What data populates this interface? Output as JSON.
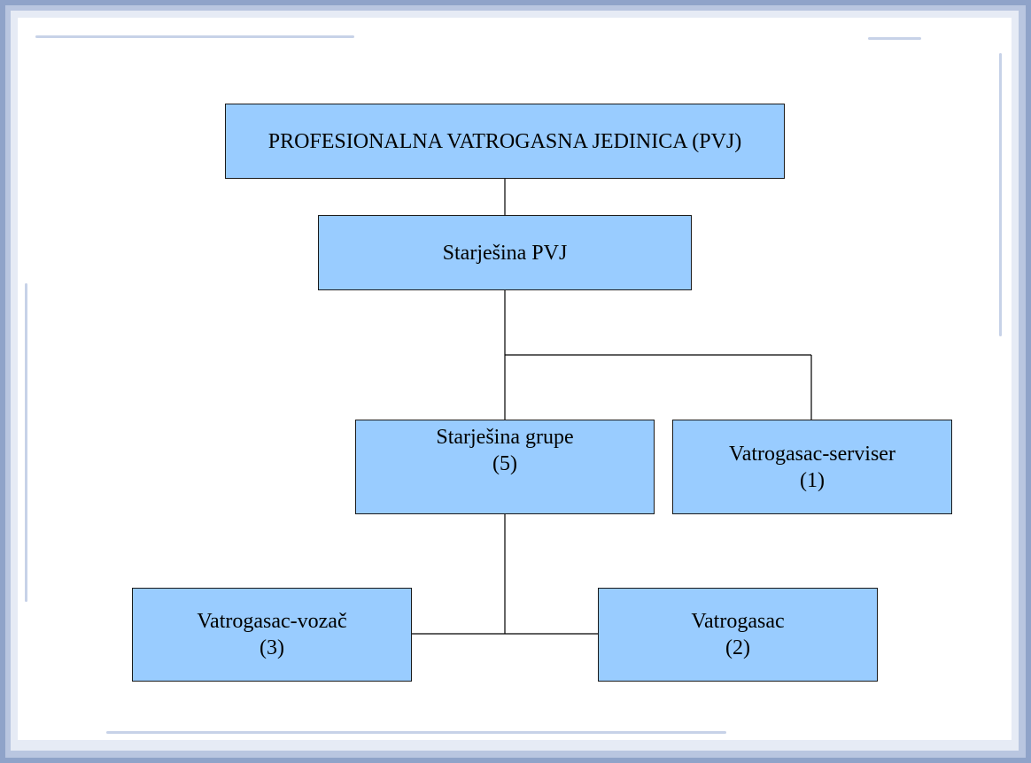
{
  "colors": {
    "node_fill": "#99ccff",
    "node_border": "#1a1a1a",
    "connector": "#000000",
    "frame": "#8fa3c9"
  },
  "nodes": {
    "pvj": {
      "title": "PROFESIONALNA VATROGASNA JEDINICA (PVJ)"
    },
    "starjesina_pvj": {
      "title": "Starješina PVJ"
    },
    "starjesina_grupe": {
      "title": "Starješina grupe",
      "count": "(5)"
    },
    "serviser": {
      "title": "Vatrogasac-serviser",
      "count": "(1)"
    },
    "vozac": {
      "title": "Vatrogasac-vozač",
      "count": "(3)"
    },
    "vatrogasac": {
      "title": "Vatrogasac",
      "count": "(2)"
    }
  },
  "edges": [
    {
      "from": "pvj",
      "to": "starjesina_pvj"
    },
    {
      "from": "starjesina_pvj",
      "to": "starjesina_grupe"
    },
    {
      "from": "starjesina_pvj",
      "to": "serviser"
    },
    {
      "from": "starjesina_grupe",
      "to": "vozac"
    },
    {
      "from": "starjesina_grupe",
      "to": "vatrogasac"
    }
  ]
}
